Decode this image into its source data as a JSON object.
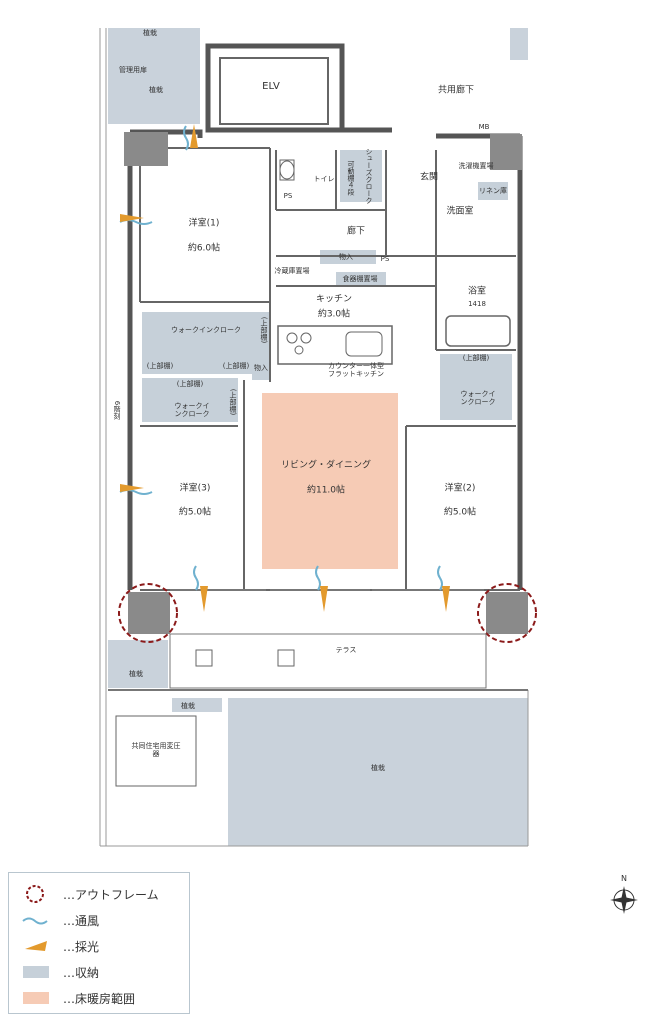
{
  "floorplan": {
    "rooms": {
      "elv": "ELV",
      "common_corridor": "共用廊下",
      "mb": "MB",
      "planting_top": "植栽",
      "planting_left_top": "植栽",
      "mgmt_storage": "管理用扉",
      "western1_name": "洋室(1)",
      "western1_size": "約6.0帖",
      "toilet": "トイレ",
      "shoes_cloak": "シューズクローク",
      "movable_shelf": "可動棚４段",
      "entrance": "玄関",
      "washer_space": "洗濯機置場",
      "linen": "リネン庫",
      "washroom": "洗面室",
      "hallway": "廊下",
      "storage1": "物入",
      "ps1": "PS",
      "ps2": "PS",
      "fridge": "冷蔵庫置場",
      "dish": "食器棚置場",
      "kitchen_name": "キッチン",
      "kitchen_size": "約3.0帖",
      "bath_name": "浴室",
      "bath_size": "1418",
      "wic1": "ウォークインクローク",
      "upper_a": "(上部棚)",
      "upper_b": "(上部棚)",
      "upper_c": "(上部棚)",
      "upper_d": "(上部棚)",
      "upper_e": "(上部棚)",
      "upper_f": "(上部棚)",
      "storage2": "物入",
      "counter": "カウンター一体型フラットキッチン",
      "wic2": "ウォークインクローク",
      "wic3": "ウォークインクローク",
      "ldk_name": "リビング・ダイニング",
      "ldk_size": "約11.0帖",
      "western3_name": "洋室(3)",
      "western3_size": "約5.0帖",
      "western2_name": "洋室(2)",
      "western2_size": "約5.0帖",
      "side_note": "6階刻",
      "terrace": "テラス",
      "planting_b1": "植栽",
      "planting_b2": "植栽",
      "transformer": "共同住宅用変圧器",
      "planting_big": "植栽"
    }
  },
  "legend": {
    "items": [
      {
        "label": "…アウトフレーム",
        "symbol": "outframe-icon"
      },
      {
        "label": "…通風",
        "symbol": "ventilation-icon"
      },
      {
        "label": "…採光",
        "symbol": "daylight-icon"
      },
      {
        "label": "…収納",
        "symbol": "storage-swatch"
      },
      {
        "label": "…床暖房範囲",
        "symbol": "floor-heating-swatch"
      }
    ]
  },
  "compass": {
    "label": "N"
  },
  "colors": {
    "storage": "#c6d0d9",
    "planting": "#c9d2db",
    "floor_heating": "#f6cbb5",
    "wall": "#555555",
    "column": "#8a8a8a",
    "outframe": "#8b1a1a",
    "ventilation": "#6fb1cf",
    "daylight": "#e39a2d"
  }
}
